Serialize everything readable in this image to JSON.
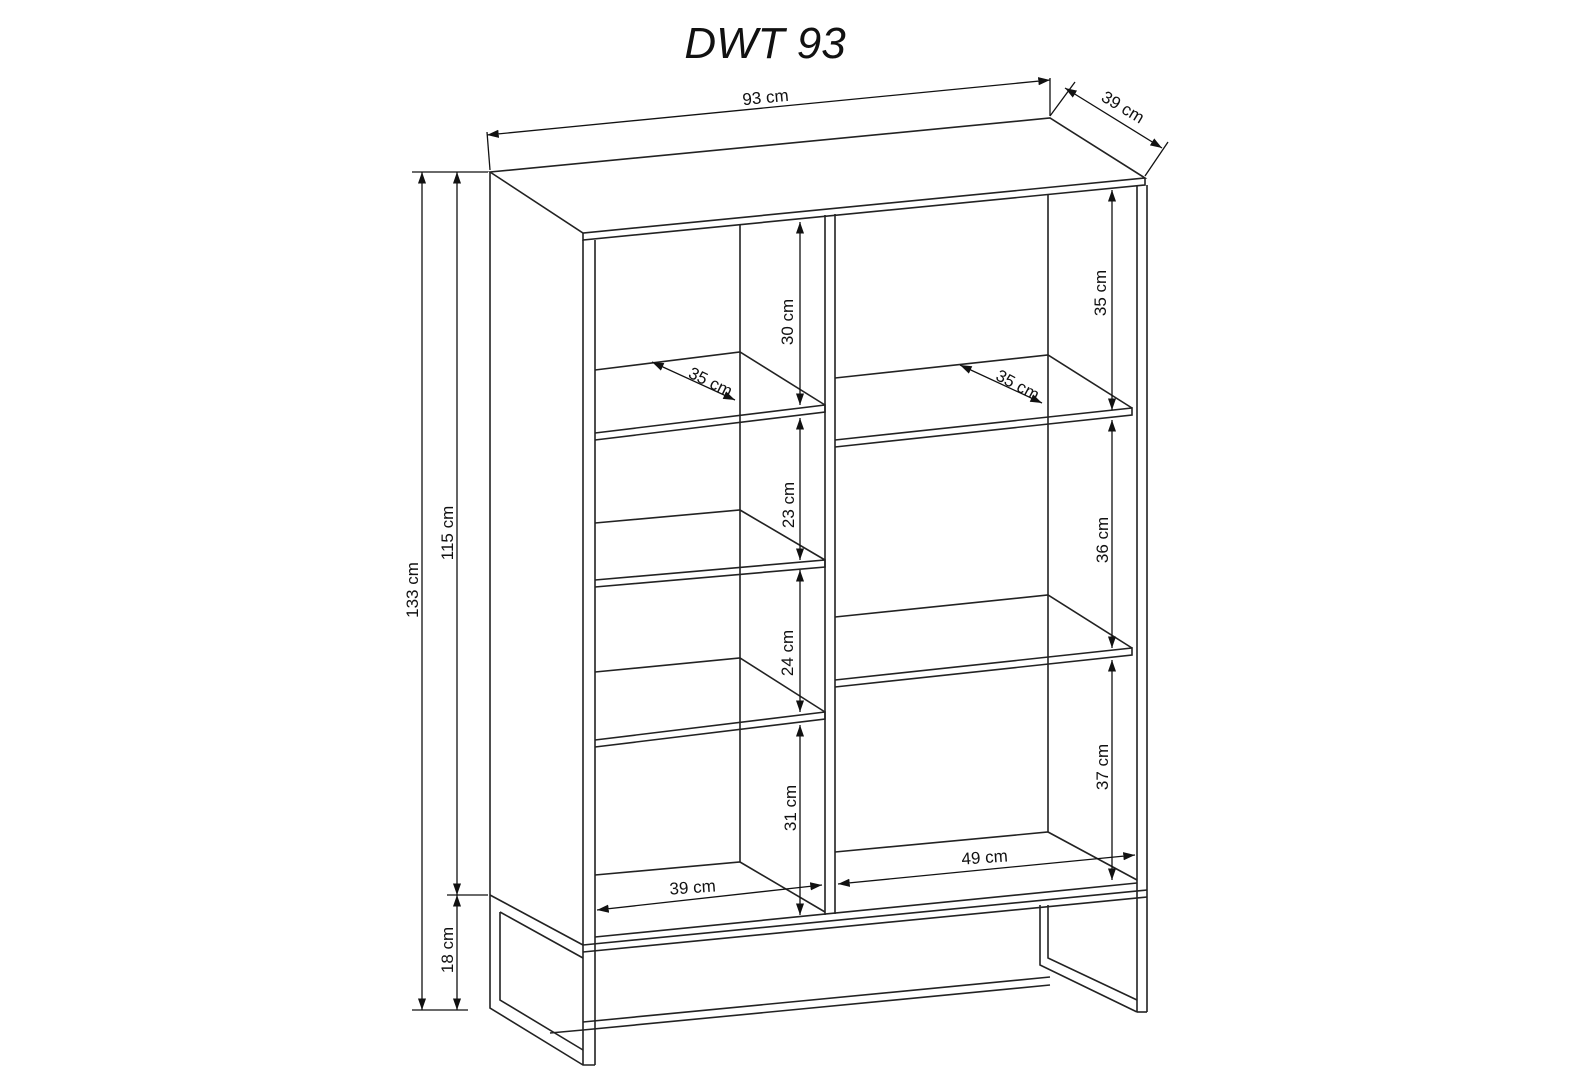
{
  "title": "DWT 93",
  "dimensions": {
    "width": "93 cm",
    "depth": "39 cm",
    "total_height": "133 cm",
    "body_height": "115 cm",
    "leg_height": "18 cm",
    "left_shelf_1": "30 cm",
    "left_shelf_2": "23 cm",
    "left_shelf_3": "24 cm",
    "left_shelf_4": "31 cm",
    "right_shelf_1": "35 cm",
    "right_shelf_2": "36 cm",
    "right_shelf_3": "37 cm",
    "left_inner_depth": "35 cm",
    "right_inner_depth": "35 cm",
    "left_inner_width": "39 cm",
    "right_inner_width": "49 cm"
  }
}
